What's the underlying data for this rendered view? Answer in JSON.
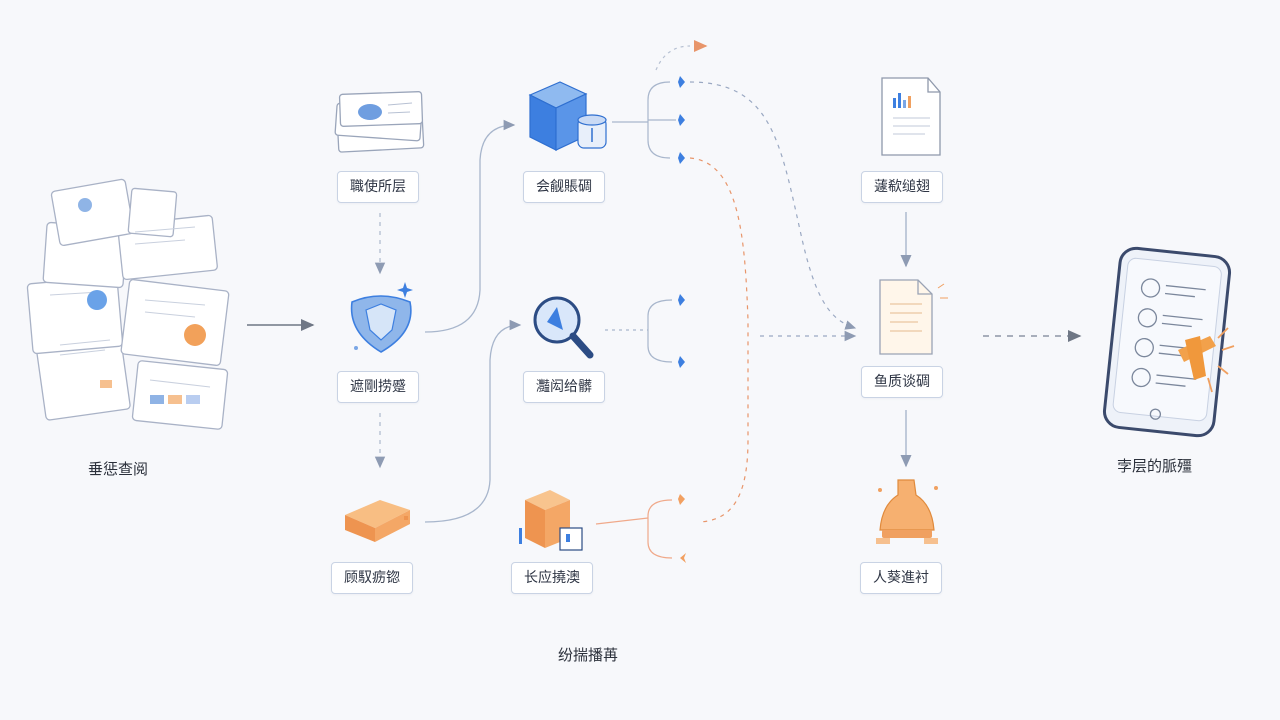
{
  "source": {
    "label": "垂惩查阅",
    "icon": "document-pile-icon"
  },
  "stage1": [
    {
      "label": "職使所层",
      "icon": "document-stack-icon"
    },
    {
      "label": "遮剛捞蹙",
      "icon": "shield-icon"
    },
    {
      "label": "顾馭疬锪",
      "icon": "orange-box-icon"
    }
  ],
  "stage2": [
    {
      "label": "会觎賬碉",
      "icon": "blue-server-icon"
    },
    {
      "label": "灩闳给髒",
      "icon": "magnifier-icon"
    },
    {
      "label": "长应撓澳",
      "icon": "orange-building-icon"
    }
  ],
  "stage3": [
    {
      "label": "蘧欷缒翅",
      "icon": "report-chart-icon"
    },
    {
      "label": "鱼质谈碉",
      "icon": "document-icon"
    },
    {
      "label": "人葵進衬",
      "icon": "bell-trophy-icon"
    }
  ],
  "result": {
    "label": "孛层的脈殭",
    "icon": "smartphone-icon"
  },
  "footer": {
    "label": "纷揣播苒"
  },
  "colors": {
    "blue": "#3d7fe0",
    "orange": "#f0a05a",
    "line": "#a8b6cc",
    "border": "#c9d3e4"
  }
}
